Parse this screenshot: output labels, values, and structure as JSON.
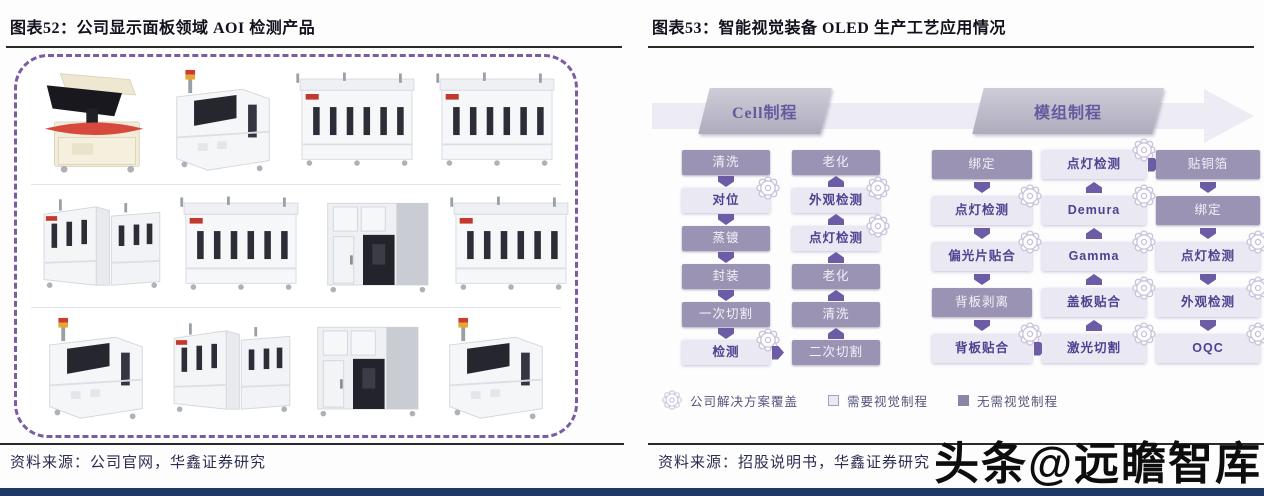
{
  "page": {
    "watermark": "头条@远瞻智库"
  },
  "left_figure": {
    "title": "图表52：公司显示面板领域 AOI 检测产品",
    "source": "资料来源：公司官网，华鑫证券研究",
    "machine_rows": [
      [
        "canopy-aoi-machine",
        "open-window-aoi-machine",
        "inline-aoi-cabinet",
        "inline-aoi-cabinet"
      ],
      [
        "twin-module-aoi-cabinet",
        "inline-aoi-cabinet",
        "portal-aoi-machine",
        "inline-aoi-cabinet"
      ],
      [
        "open-window-aoi-machine",
        "twin-module-aoi-cabinet",
        "portal-aoi-machine",
        "open-window-aoi-machine"
      ]
    ]
  },
  "right_figure": {
    "title": "图表53：智能视觉装备 OLED 生产工艺应用情况",
    "source": "资料来源：招股说明书，华鑫证券研究",
    "flow": {
      "banners": [
        {
          "label": "Cell制程"
        },
        {
          "label": "模组制程"
        }
      ],
      "columns": [
        {
          "section": "cell",
          "flow_direction": "down",
          "steps": [
            {
              "label": "清洗",
              "vision": false,
              "solution": false
            },
            {
              "label": "对位",
              "vision": true,
              "solution": true
            },
            {
              "label": "蒸镀",
              "vision": false,
              "solution": false
            },
            {
              "label": "封装",
              "vision": false,
              "solution": false
            },
            {
              "label": "一次切割",
              "vision": false,
              "solution": false
            },
            {
              "label": "检测",
              "vision": true,
              "solution": true,
              "exit": true
            }
          ]
        },
        {
          "section": "cell",
          "flow_direction": "up",
          "steps": [
            {
              "label": "老化",
              "vision": false,
              "solution": false
            },
            {
              "label": "外观检测",
              "vision": true,
              "solution": true
            },
            {
              "label": "点灯检测",
              "vision": true,
              "solution": true
            },
            {
              "label": "老化",
              "vision": false,
              "solution": false
            },
            {
              "label": "清洗",
              "vision": false,
              "solution": false
            },
            {
              "label": "二次切割",
              "vision": false,
              "solution": false
            }
          ]
        },
        {
          "section": "module",
          "flow_direction": "down",
          "steps": [
            {
              "label": "绑定",
              "vision": false,
              "solution": false
            },
            {
              "label": "点灯检测",
              "vision": true,
              "solution": true
            },
            {
              "label": "偏光片贴合",
              "vision": true,
              "solution": true
            },
            {
              "label": "背板剥离",
              "vision": false,
              "solution": false
            },
            {
              "label": "背板贴合",
              "vision": true,
              "solution": true,
              "exit": true
            }
          ]
        },
        {
          "section": "module",
          "flow_direction": "up",
          "steps": [
            {
              "label": "点灯检测",
              "vision": true,
              "solution": true,
              "exit": true
            },
            {
              "label": "Demura",
              "vision": true,
              "solution": true
            },
            {
              "label": "Gamma",
              "vision": true,
              "solution": true
            },
            {
              "label": "盖板贴合",
              "vision": true,
              "solution": true
            },
            {
              "label": "激光切割",
              "vision": true,
              "solution": true
            }
          ]
        },
        {
          "section": "module",
          "flow_direction": "down",
          "steps": [
            {
              "label": "贴铜箔",
              "vision": false,
              "solution": false
            },
            {
              "label": "绑定",
              "vision": false,
              "solution": false
            },
            {
              "label": "点灯检测",
              "vision": true,
              "solution": true
            },
            {
              "label": "外观检测",
              "vision": true,
              "solution": true
            },
            {
              "label": "OQC",
              "vision": true,
              "solution": true
            }
          ]
        }
      ],
      "legend": [
        {
          "icon": "gear-icon",
          "label": "公司解决方案覆盖"
        },
        {
          "icon": "light-square",
          "label": "需要视觉制程"
        },
        {
          "icon": "dark-square",
          "label": "无需视觉制程"
        }
      ]
    }
  },
  "colors": {
    "dark_box": "#9b93b4",
    "light_box": "#eae8f2",
    "arrow": "#6c5ca6",
    "banner_text": "#655a9e",
    "dashed_border": "#7a5ca5",
    "bottom_bar": "#1d3966"
  }
}
